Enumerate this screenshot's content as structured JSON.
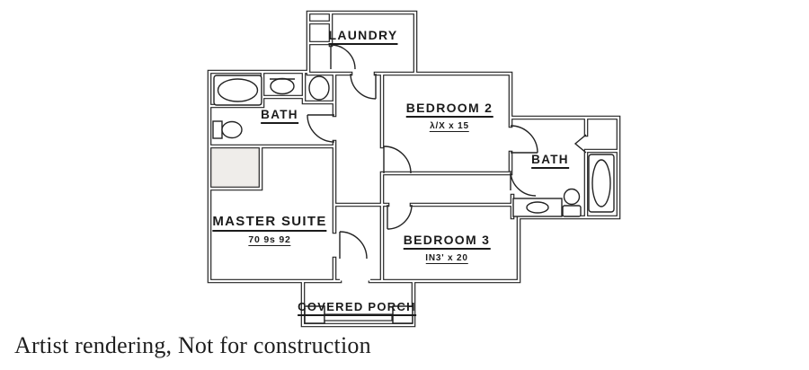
{
  "plan": {
    "title": "second-floor-plan",
    "rooms": [
      {
        "id": "laundry",
        "label": "LAUNDRY",
        "dim": ""
      },
      {
        "id": "bath1",
        "label": "BATH",
        "dim": ""
      },
      {
        "id": "bedroom2",
        "label": "BEDROOM 2",
        "dim": "λ/X x 15"
      },
      {
        "id": "bath2",
        "label": "BATH",
        "dim": ""
      },
      {
        "id": "master",
        "label": "MASTER SUITE",
        "dim": "70 9s 92"
      },
      {
        "id": "bedroom3",
        "label": "BEDROOM 3",
        "dim": "IN3' x 20"
      },
      {
        "id": "porch",
        "label": "COVERED PORCH",
        "dim": ""
      }
    ],
    "colors": {
      "wall": "#232323",
      "background": "#ffffff",
      "closet_fill": "#efedea",
      "text": "#1b1b1b"
    }
  },
  "caption": {
    "text": "Artist rendering, Not for construction"
  }
}
